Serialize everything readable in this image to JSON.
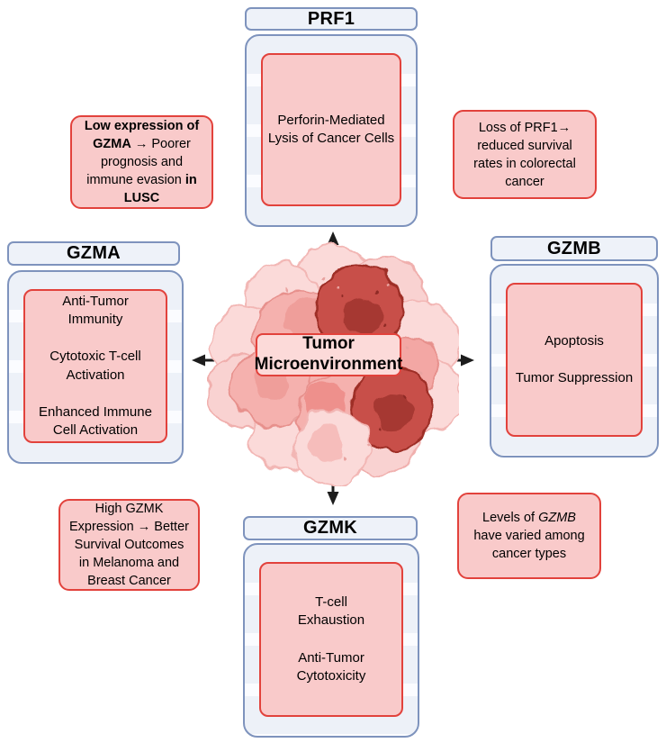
{
  "figure": {
    "subject": "Tumor Microenvironment granzyme and perforin gene functions"
  },
  "center": {
    "label": "Tumor Microenvironment"
  },
  "panels": {
    "prf1": {
      "title": "PRF1",
      "items": [
        "Perforin-Mediated Lysis of Cancer Cells"
      ]
    },
    "gzma": {
      "title": "GZMA",
      "items": [
        "Anti-Tumor Immunity",
        "Cytotoxic T-cell Activation",
        "Enhanced Immune Cell Activation"
      ]
    },
    "gzmb": {
      "title": "GZMB",
      "items": [
        "Apoptosis",
        "Tumor Suppression"
      ]
    },
    "gzmk": {
      "title": "GZMK",
      "items": [
        "T-cell Exhaustion",
        "Anti-Tumor Cytotoxicity"
      ]
    }
  },
  "annotations": {
    "gzma_note": {
      "segments": [
        {
          "text": "Low expression of GZMA",
          "bold": true
        },
        {
          "text": " → Poorer prognosis and immune evasion "
        },
        {
          "text": "in LUSC",
          "bold": true
        }
      ]
    },
    "prf1_note": {
      "segments": [
        {
          "text": "Loss of PRF1→ reduced survival rates in colorectal cancer"
        }
      ]
    },
    "gzmk_note": {
      "segments": [
        {
          "text": "High GZMK Expression → Better Survival Outcomes in Melanoma and Breast Cancer"
        }
      ]
    },
    "gzmb_note": {
      "segments": [
        {
          "text": "Levels of "
        },
        {
          "text": "GZMB",
          "italic": true
        },
        {
          "text": " have varied among cancer types"
        }
      ]
    }
  },
  "palette": {
    "panel_header_fill": "#eef2f9",
    "panel_frame_border": "#7e93bd",
    "panel_body_fill": "#edf1f8",
    "pink_box_fill": "#f9caca",
    "red_border": "#e2423c",
    "center_label_fill": "#fcdad9",
    "cell_light_pink": "#fbdad9",
    "cell_medium_pink": "#f5b1ae",
    "cell_dark_red": "#c8504a",
    "cell_dark_nucleus": "#a63831",
    "arrow_color": "#1c1c1c"
  }
}
